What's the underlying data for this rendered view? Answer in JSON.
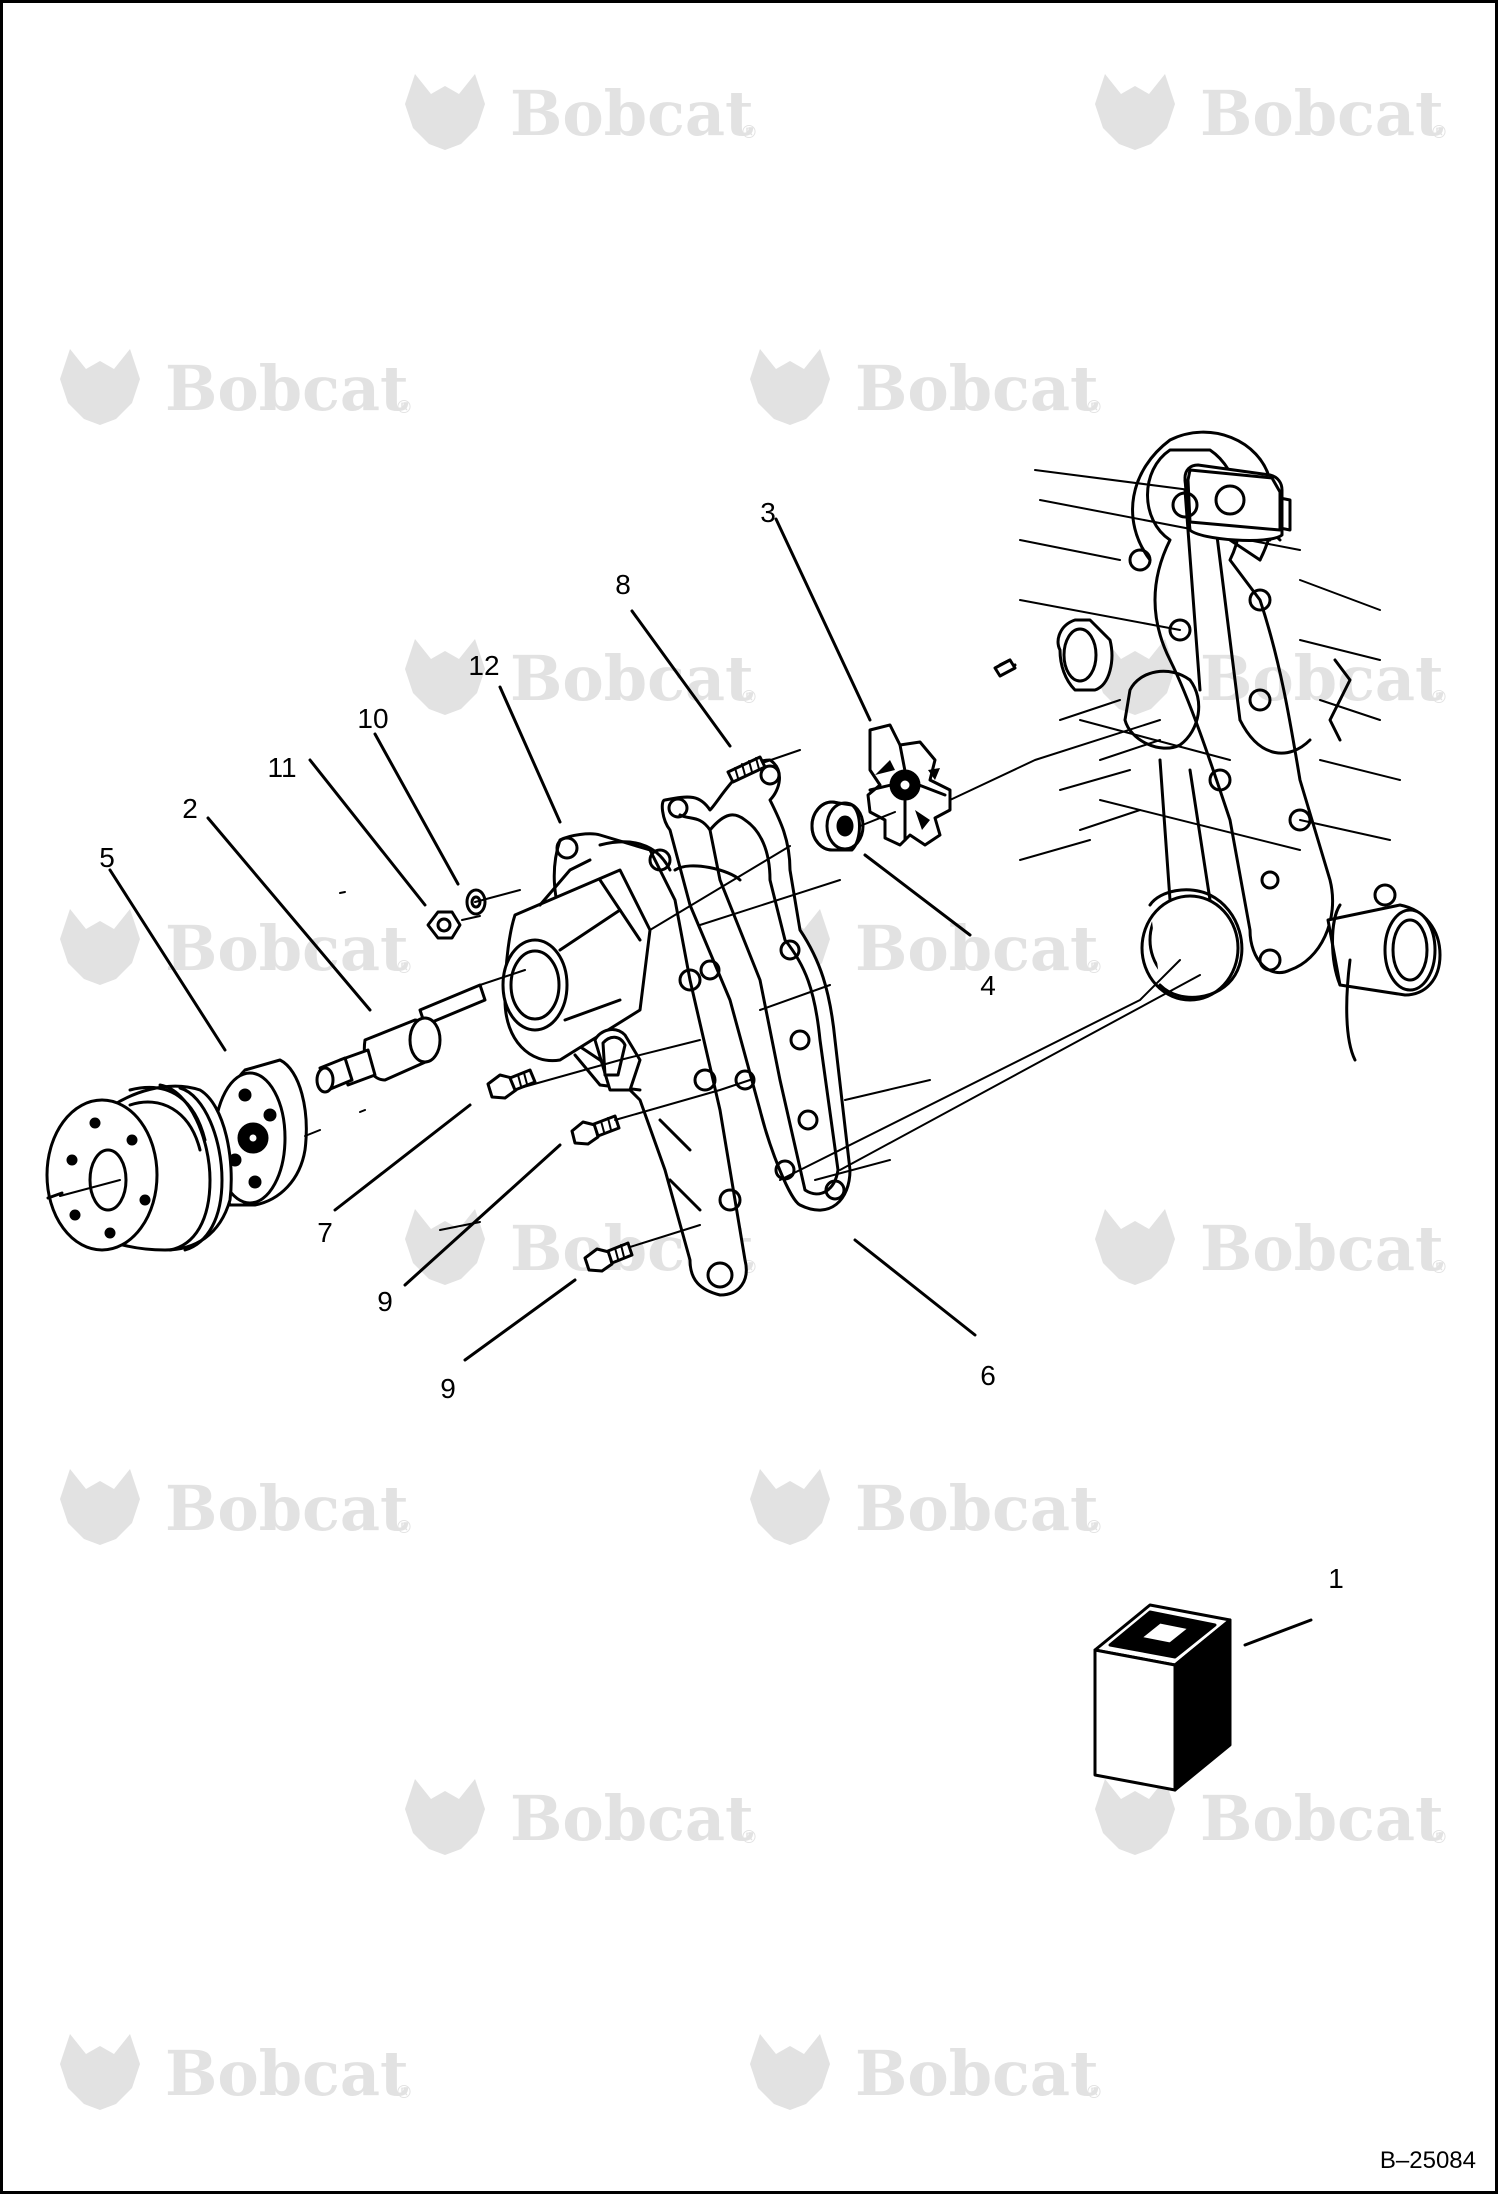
{
  "watermark": {
    "text": "Bobcat",
    "mark": "®",
    "logo_icon": "bobcat-head-icon"
  },
  "callouts": [
    {
      "id": "c1",
      "label": "1"
    },
    {
      "id": "c2",
      "label": "2"
    },
    {
      "id": "c3",
      "label": "3"
    },
    {
      "id": "c4",
      "label": "4"
    },
    {
      "id": "c5",
      "label": "5"
    },
    {
      "id": "c6",
      "label": "6"
    },
    {
      "id": "c7",
      "label": "7"
    },
    {
      "id": "c8",
      "label": "8"
    },
    {
      "id": "c9a",
      "label": "9"
    },
    {
      "id": "c9b",
      "label": "9"
    },
    {
      "id": "c10",
      "label": "10"
    },
    {
      "id": "c11",
      "label": "11"
    },
    {
      "id": "c12",
      "label": "12"
    }
  ],
  "figure_code": "B–25084",
  "colors": {
    "line": "#000000",
    "watermark": "#e2e2e2",
    "background": "#ffffff"
  }
}
